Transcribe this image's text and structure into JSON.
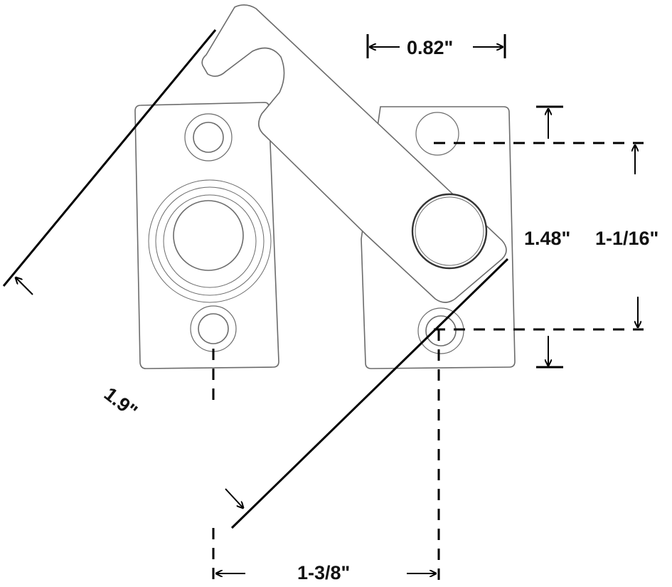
{
  "diagram": {
    "subject": "Swing-arm latch with two mounting plates (line drawing)",
    "colors": {
      "background": "#ffffff",
      "outline": "#6b6b6b",
      "dimension_lines": "#000000",
      "label_text": "#111111"
    },
    "dimensions": {
      "arm_width": {
        "label": "0.82\"",
        "orientation": "horizontal"
      },
      "plate_height_overall": {
        "label": "1.48\"",
        "orientation": "vertical"
      },
      "hole_spacing_vertical": {
        "label": "1-1/16\"",
        "orientation": "vertical"
      },
      "overall_diagonal_length": {
        "label": "1.9\"",
        "orientation": "diagonal"
      },
      "hole_spacing_horizontal": {
        "label": "1-3/8\"",
        "orientation": "horizontal"
      }
    },
    "parts": [
      {
        "name": "left-mounting-plate",
        "holes": 2,
        "center_boss": true
      },
      {
        "name": "right-mounting-plate",
        "holes": 2,
        "pivot_rivet": true
      },
      {
        "name": "swing-arm-hook"
      }
    ]
  }
}
